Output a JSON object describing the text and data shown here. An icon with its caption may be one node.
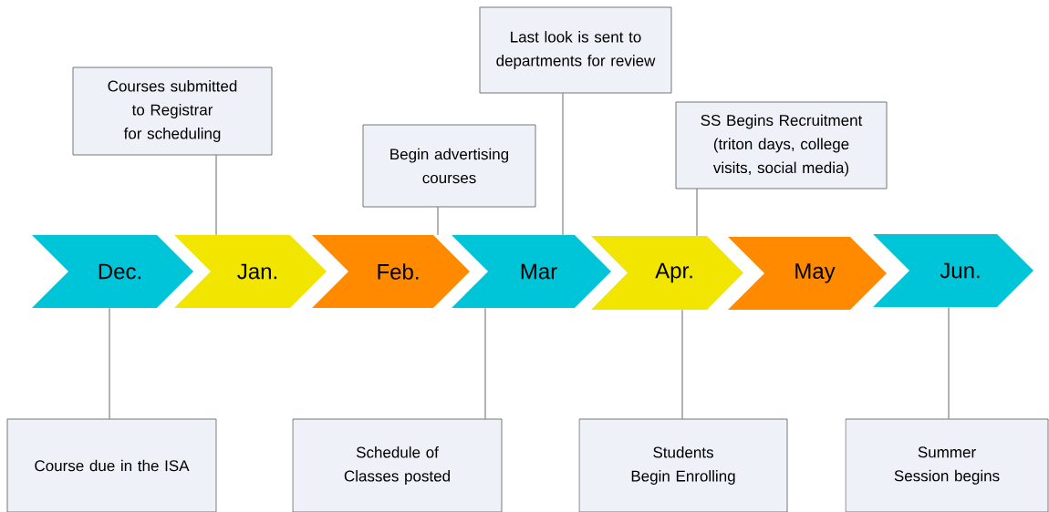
{
  "diagram": {
    "nodes": [
      {
        "text": [
          "Dec."
        ]
      },
      {
        "text": [
          "Jan."
        ]
      },
      {
        "text": [
          "Feb."
        ]
      },
      {
        "text": [
          "Mar"
        ]
      },
      {
        "text": [
          "Apr."
        ]
      },
      {
        "text": [
          "May"
        ]
      },
      {
        "text": [
          "Jun."
        ]
      },
      {
        "text": [
          "Courses submitted to Registrar for scheduling"
        ]
      },
      {
        "text": [
          "Begin advertising courses"
        ]
      },
      {
        "text": [
          "Last look is sent to departments for review"
        ]
      },
      {
        "text": [
          "SS Begins Recruitment (triton days, college visits, social media)"
        ]
      },
      {
        "text": [
          "Course due in the ISA"
        ]
      },
      {
        "text": [
          "Schedule of Classes posted"
        ]
      },
      {
        "text": [
          "Students Begin Enrolling"
        ]
      },
      {
        "text": [
          "Summer Session begins"
        ]
      }
    ],
    "edges": [
      {
        "from": 7,
        "to": 1,
        "arrow": "none"
      },
      {
        "from": 8,
        "to": 2,
        "arrow": "none"
      },
      {
        "from": 9,
        "to": 3,
        "arrow": "none"
      },
      {
        "from": 10,
        "to": 4,
        "arrow": "none"
      },
      {
        "from": 11,
        "to": 0,
        "arrow": "none"
      },
      {
        "from": 12,
        "to": 3,
        "arrow": "none"
      },
      {
        "from": 13,
        "to": 4,
        "arrow": "none"
      },
      {
        "from": 14,
        "to": 6,
        "arrow": "none"
      }
    ]
  }
}
